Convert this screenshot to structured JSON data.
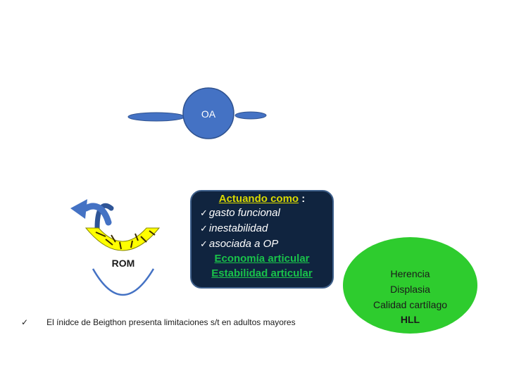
{
  "center_node": {
    "label": "OA"
  },
  "rom_widget": {
    "label": "ROM"
  },
  "joint_box": {
    "title": "Actuando como",
    "title_suffix": " :",
    "items": [
      "gasto funcional",
      "inestabilidad",
      "asociada a OP"
    ],
    "check_glyph": "✓",
    "emphasis": [
      "Economía articular",
      "Estabilidad  articular"
    ]
  },
  "factors": {
    "lines": [
      "Herencia",
      "Displasia",
      "Calidad cartílago",
      "HLL"
    ]
  },
  "footer": {
    "check_glyph": "✓",
    "text": "El ínidce de Beigthon presenta limitaciones s/t en adultos mayores"
  },
  "colors": {
    "node_blue": "#4472c4",
    "box_bg": "#10243f",
    "title_yellow": "#d9d900",
    "emph_green": "#19c24a",
    "factor_green": "#2ecc2e",
    "arc_yellow": "#ffff00"
  },
  "icons": [
    "curved-arrow-icon",
    "check-icon"
  ]
}
